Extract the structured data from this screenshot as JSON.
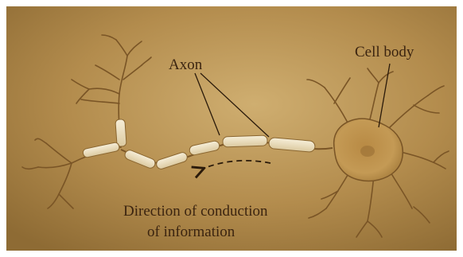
{
  "labels": {
    "axon": "Axon",
    "cell_body": "Cell body",
    "direction_line1": "Direction of conduction",
    "direction_line2": "of information"
  },
  "colors": {
    "background": "#b08a4c",
    "background_light": "#c9a86a",
    "neuron_fill": "#c79d55",
    "neuron_edge": "#7a5526",
    "myelin": "#efe4c8",
    "text": "#3b2410"
  },
  "icons": {
    "direction_arrow": "dashed-arrow-left"
  }
}
